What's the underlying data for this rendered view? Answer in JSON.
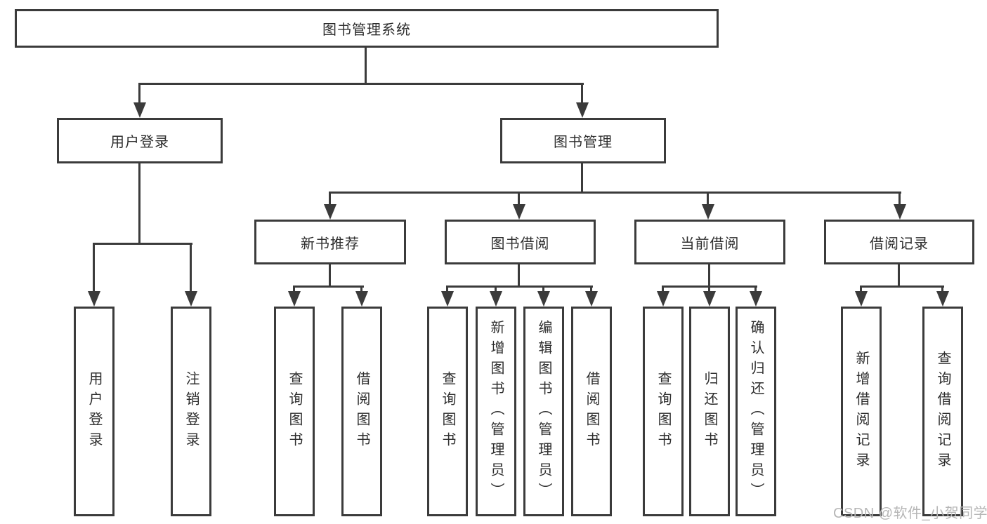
{
  "diagram": {
    "root": "图书管理系统",
    "level2": {
      "user_login": "用户登录",
      "book_management": "图书管理"
    },
    "level3": {
      "new_book_recommend": "新书推荐",
      "book_borrow": "图书借阅",
      "current_borrow": "当前借阅",
      "borrow_records": "借阅记录"
    },
    "leaves": {
      "user_login": [
        "用户登录",
        "注销登录"
      ],
      "new_book_recommend": [
        "查询图书",
        "借阅图书"
      ],
      "book_borrow": [
        "查询图书",
        "新增图书（管理员）",
        "编辑图书（管理员）",
        "借阅图书"
      ],
      "current_borrow": [
        "查询图书",
        "归还图书",
        "确认归还（管理员）"
      ],
      "borrow_records": [
        "新增借阅记录",
        "查询借阅记录"
      ]
    }
  },
  "watermark": "CSDN @软件_小贺同学",
  "colors": {
    "line": "#3b3b3b",
    "text": "#2e2e2e",
    "watermark": "#b6b6b6",
    "background": "#ffffff"
  }
}
